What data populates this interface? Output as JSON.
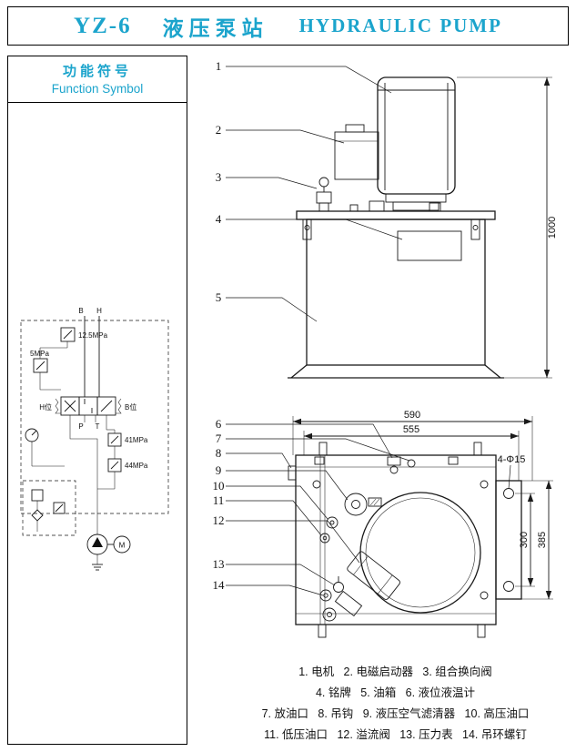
{
  "header": {
    "model": "YZ-6",
    "title_cn": "液压泵站",
    "title_en": "HYDRAULIC PUMP"
  },
  "function_panel": {
    "title_cn": "功能符号",
    "title_en": "Function Symbol",
    "schematic": {
      "port_b": "B",
      "port_h": "H",
      "pressure_1": "12.5MPa",
      "pressure_2": "5MPa",
      "pos_h": "H位",
      "pos_b": "B位",
      "port_p": "P",
      "port_t": "T",
      "pressure_3": "41MPa",
      "pressure_4": "44MPa",
      "motor": "M"
    }
  },
  "front_view": {
    "callouts": [
      "1",
      "2",
      "3",
      "4",
      "5"
    ],
    "dim_height": "1000"
  },
  "top_view": {
    "callouts": [
      "6",
      "7",
      "8",
      "9",
      "10",
      "11",
      "12",
      "13",
      "14"
    ],
    "dim_width_outer": "590",
    "dim_width_inner": "555",
    "dim_height_inner": "300",
    "dim_height_outer": "385",
    "holes_label": "4-Φ15"
  },
  "legend": {
    "lines": [
      "1. 电机   2. 电磁启动器   3. 组合换向阀",
      "4. 铭牌   5. 油箱   6. 液位液温计",
      "7. 放油口   8. 吊钩   9. 液压空气滤清器   10. 高压油口",
      "11. 低压油口   12. 溢流阀   13. 压力表   14. 吊环螺钉"
    ]
  }
}
